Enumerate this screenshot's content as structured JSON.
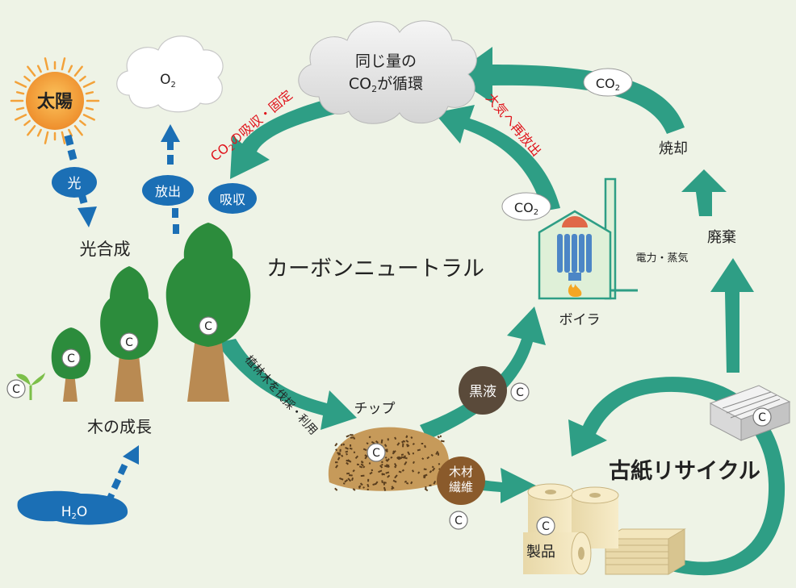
{
  "title": "カーボンニュートラル",
  "cloud_cycle": {
    "line1": "同じ量の",
    "co2": "CO",
    "sub": "2",
    "rest": "が循環"
  },
  "o2": {
    "main": "O",
    "sub": "2"
  },
  "sun": "太陽",
  "light": "光",
  "release": "放出",
  "absorb": "吸収",
  "photosynthesis": "光合成",
  "tree_growth": "木の成長",
  "h2o": {
    "h": "H",
    "sub": "2",
    "o": "O"
  },
  "arrow_absorb_fix": {
    "co": "CO",
    "sub": "2",
    "rest": "の吸収・固定"
  },
  "arrow_reemit": "大気へ再放出",
  "co2_badge": {
    "co": "CO",
    "sub": "2"
  },
  "incineration": "焼却",
  "disposal": "廃棄",
  "power_steam": "電力・蒸気",
  "boiler": "ボイラ",
  "black_liquor": "黒液",
  "chip": "チップ",
  "harvest": "植林木を伐採・利用",
  "wood_fiber": [
    "木材",
    "繊維"
  ],
  "recycle": "古紙リサイクル",
  "products": "製品",
  "carbon": "C",
  "colors": {
    "arrow": "#2e9e85",
    "background": "#eef3e6",
    "badge_blue": "#1b6fb5",
    "tree_green": "#2c8c3c",
    "trunk": "#b98a52",
    "label_red": "#e0141c",
    "black_liquor": "#5a4a3a",
    "wood_fiber": "#8a5a2b",
    "sun": "#f3a23a"
  }
}
